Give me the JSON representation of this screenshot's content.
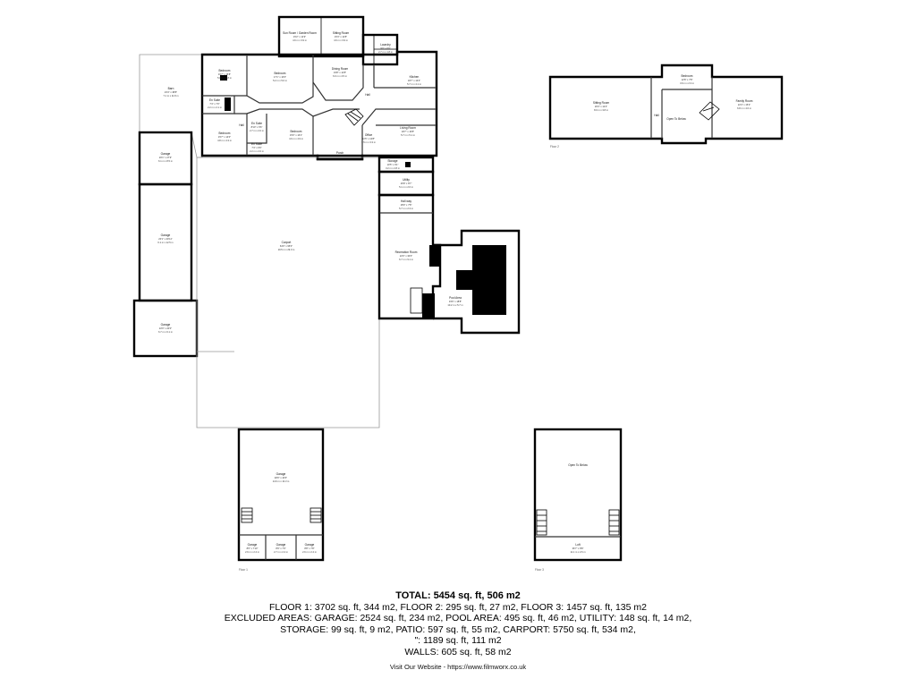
{
  "rooms": [
    {
      "id": "r-sunroom",
      "name": "Sun Room / Garden Room",
      "dim": "15'2\" x 12'9\"",
      "dim2": "4.6 m x 3.9 m"
    },
    {
      "id": "r-sitting",
      "name": "Sitting Room",
      "dim": "15'3\" x 12'8\"",
      "dim2": "4.6 m x 3.9 m"
    },
    {
      "id": "r-bedroom-a",
      "name": "Bedroom",
      "dim": "16'7\" x 15'8\"",
      "dim2": "5.0 m x 4.8 m"
    },
    {
      "id": "r-bedroom-b",
      "name": "Bedroom",
      "dim": "17'1\" x 16'3\"",
      "dim2": "5.2 m x 5.0 m"
    },
    {
      "id": "r-dining",
      "name": "Dining Room",
      "dim": "19'8\" x 14'8\"",
      "dim2": "6.0 m x 4.5 m"
    },
    {
      "id": "r-kitchen",
      "name": "Kitchen",
      "dim": "18'7\" x 13'4\"",
      "dim2": "5.7 m x 4.1 m"
    },
    {
      "id": "r-laundry",
      "name": "Laundry",
      "dim": "9'0\" x 6'0\"",
      "dim2": "2.7 m x 1.8 m"
    },
    {
      "id": "r-barn",
      "name": "Barn",
      "dim": "23'4\" x 38'8\"",
      "dim2": "7.1 m x 11.8 m"
    },
    {
      "id": "r-ensuite",
      "name": "En Suite",
      "dim": "7'4\" x 7'0\"",
      "dim2": "2.2 m x 2.1 m"
    },
    {
      "id": "r-bedroom-c",
      "name": "Bedroom",
      "dim": "15'7\" x 14'0\"",
      "dim2": "4.8 m x 4.3 m"
    },
    {
      "id": "r-ensuite2",
      "name": "En Suite",
      "dim": "8'10\" x 6'6\"",
      "dim2": "2.7 m x 2.0 m"
    },
    {
      "id": "r-bedroom-d",
      "name": "Bedroom",
      "dim": "15'0\" x 16'1\"",
      "dim2": "4.6 m x 4.9 m"
    },
    {
      "id": "r-ensuite3",
      "name": "En Suite",
      "dim": "7'4\" x 6'6\"",
      "dim2": "2.2 m x 2.0 m"
    },
    {
      "id": "r-hall",
      "name": "Hall",
      "dim": "",
      "dim2": ""
    },
    {
      "id": "r-hall2",
      "name": "Hall",
      "dim": "",
      "dim2": ""
    },
    {
      "id": "r-living",
      "name": "Living Room",
      "dim": "18'7\" x 16'8\"",
      "dim2": "5.7 m x 5.1 m"
    },
    {
      "id": "r-office",
      "name": "Office",
      "dim": "11'5\" x 10'8\"",
      "dim2": "3.5 m x 3.3 m"
    },
    {
      "id": "r-porch",
      "name": "Porch",
      "dim": "",
      "dim2": ""
    },
    {
      "id": "r-storage",
      "name": "Storage",
      "dim": "10'5\" x 9'1\"",
      "dim2": "3.2 m x 2.8 m"
    },
    {
      "id": "r-utility",
      "name": "Utility",
      "dim": "16'8\" x 8'7\"",
      "dim2": "5.1 m x 2.6 m"
    },
    {
      "id": "r-pool-hall",
      "name": "Hall way",
      "dim": "18'9\" x 7'8\"",
      "dim2": "5.7 m x 2.3 m"
    },
    {
      "id": "r-garage1",
      "name": "Garage",
      "dim": "20'1\" x 27'9\"",
      "dim2": "6.1 m x 8.5 m"
    },
    {
      "id": "r-garage2",
      "name": "Garage",
      "dim": "20'1\" x 40'11\"",
      "dim2": "6.1 m x 12.5 m"
    },
    {
      "id": "r-garage3",
      "name": "Garage",
      "dim": "22'0\" x 20'0\"",
      "dim2": "6.7 m x 6.1 m"
    },
    {
      "id": "r-carport",
      "name": "Carport",
      "dim": "64'0\" x 95'0\"",
      "dim2": "19.5 m x 29.0 m"
    },
    {
      "id": "r-games",
      "name": "Recreation Room",
      "dim": "22'0\" x 30'0\"",
      "dim2": "6.7 m x 9.1 m"
    },
    {
      "id": "r-pool",
      "name": "Pool Area",
      "dim": "33'6\" x 18'8\"",
      "dim2": "10.2 m x 5.7 m"
    },
    {
      "id": "r-garage4",
      "name": "Garage",
      "dim": "48'0\" x 43'6\"",
      "dim2": "14.6 m x 13.3 m"
    },
    {
      "id": "r-garage5",
      "name": "Garage",
      "dim": "8'6\" x 7'10\"",
      "dim2": "2.6 m x 2.4 m"
    },
    {
      "id": "r-garage6",
      "name": "Garage",
      "dim": "8'9\" x 7'9\"",
      "dim2": "2.7 m x 2.4 m"
    },
    {
      "id": "r-garage7",
      "name": "Garage",
      "dim": "8'8\" x 7'8\"",
      "dim2": "2.6 m x 2.4 m"
    },
    {
      "id": "r-sitting2",
      "name": "Sitting Room",
      "dim": "26'3\" x 12'4\"",
      "dim2": "8.0 m x 3.8 m"
    },
    {
      "id": "r-bedroom-up",
      "name": "Bedroom",
      "dim": "12'8\" x 7'8\"",
      "dim2": "3.9 m x 2.3 m"
    },
    {
      "id": "r-family",
      "name": "Family Room",
      "dim": "22'4\" x 15'2\"",
      "dim2": "6.8 m x 4.6 m"
    },
    {
      "id": "r-open-below",
      "name": "Open To Below",
      "dim": "",
      "dim2": ""
    },
    {
      "id": "r-hall3",
      "name": "Hall",
      "dim": "",
      "dim2": ""
    },
    {
      "id": "r-open-below2",
      "name": "Open To Below",
      "dim": "",
      "dim2": ""
    },
    {
      "id": "r-loft",
      "name": "Loft",
      "dim": "36'7\" x 8'8\"",
      "dim2": "11.1 m x 2.6 m"
    }
  ],
  "floors": {
    "floor1": "Floor 1",
    "floor2": "Floor 2",
    "floor3": "Floor 3"
  },
  "summary": {
    "total": "TOTAL: 5454 sq. ft, 506 m2",
    "line1": "FLOOR 1: 3702 sq. ft, 344 m2, FLOOR 2: 295 sq. ft, 27 m2, FLOOR 3: 1457 sq. ft, 135 m2",
    "line2": "EXCLUDED AREAS: GARAGE: 2524 sq. ft, 234 m2, POOL AREA: 495 sq. ft, 46 m2, UTILITY: 148 sq. ft, 14 m2,",
    "line3": "STORAGE: 99 sq. ft, 9 m2, PATIO: 597 sq. ft, 55 m2, CARPORT: 5750 sq. ft, 534 m2,",
    "line4": "\": 1189 sq. ft, 111 m2",
    "line5": "WALLS: 605 sq. ft, 58 m2"
  },
  "website": "Visit Our Website - https://www.filmworx.co.uk"
}
